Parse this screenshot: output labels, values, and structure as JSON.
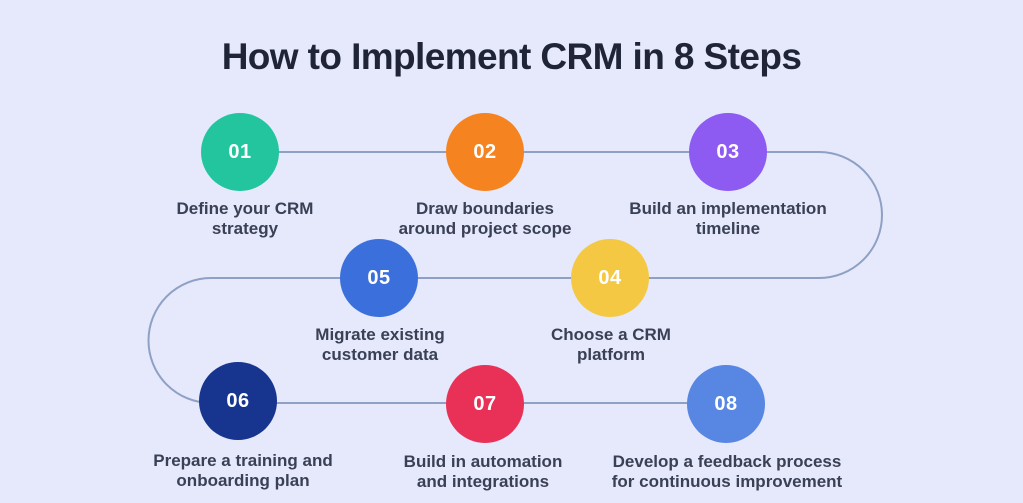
{
  "title": "How to Implement CRM in 8 Steps",
  "colors": {
    "background": "#e5e9fb",
    "connector_line": "#8ea0c4",
    "title_text": "#1f2437",
    "label_text": "#3a4055",
    "number_text": "#ffffff"
  },
  "steps": [
    {
      "number": "01",
      "color": "#23c59e",
      "lines": [
        "Define your CRM",
        "strategy"
      ]
    },
    {
      "number": "02",
      "color": "#f5831f",
      "lines": [
        "Draw boundaries",
        "around project scope"
      ]
    },
    {
      "number": "03",
      "color": "#8d5bf2",
      "lines": [
        "Build an implementation",
        "timeline"
      ]
    },
    {
      "number": "04",
      "color": "#f4c843",
      "lines": [
        "Choose a CRM",
        "platform"
      ]
    },
    {
      "number": "05",
      "color": "#3b70dc",
      "lines": [
        "Migrate existing",
        "customer data"
      ]
    },
    {
      "number": "06",
      "color": "#17348e",
      "lines": [
        "Prepare a training and",
        "onboarding plan"
      ]
    },
    {
      "number": "07",
      "color": "#e93057",
      "lines": [
        "Build in automation",
        "and integrations"
      ]
    },
    {
      "number": "08",
      "color": "#5786e3",
      "lines": [
        "Develop a feedback process",
        "for continuous improvement"
      ]
    }
  ]
}
